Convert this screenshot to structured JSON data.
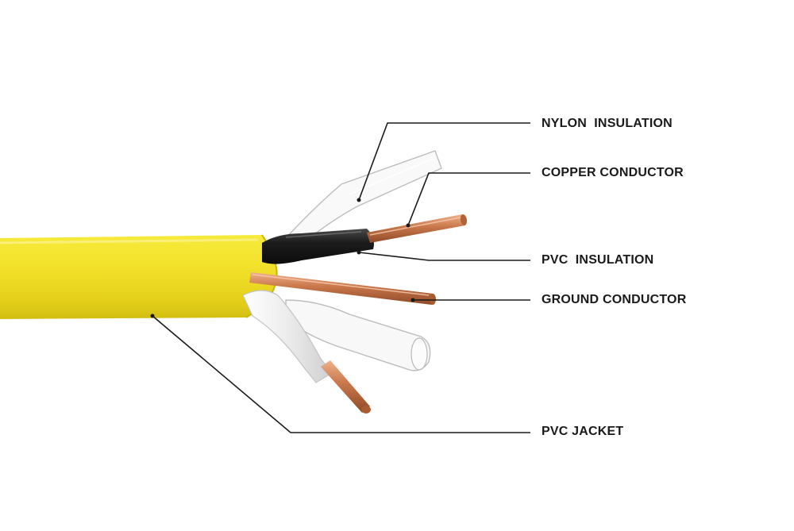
{
  "labels": {
    "nylon_insulation": "NYLON  INSULATION",
    "copper_conductor": "COPPER CONDUCTOR",
    "pvc_insulation": "PVC  INSULATION",
    "ground_conductor": "GROUND CONDUCTOR",
    "pvc_jacket": "PVC JACKET"
  },
  "colors": {
    "jacket": "#f2e12a",
    "copper": "#c8764a",
    "black_insulation": "#1b1b1b",
    "white_insulation": "#e9e9e9",
    "leader_line": "#1a1a1a"
  }
}
